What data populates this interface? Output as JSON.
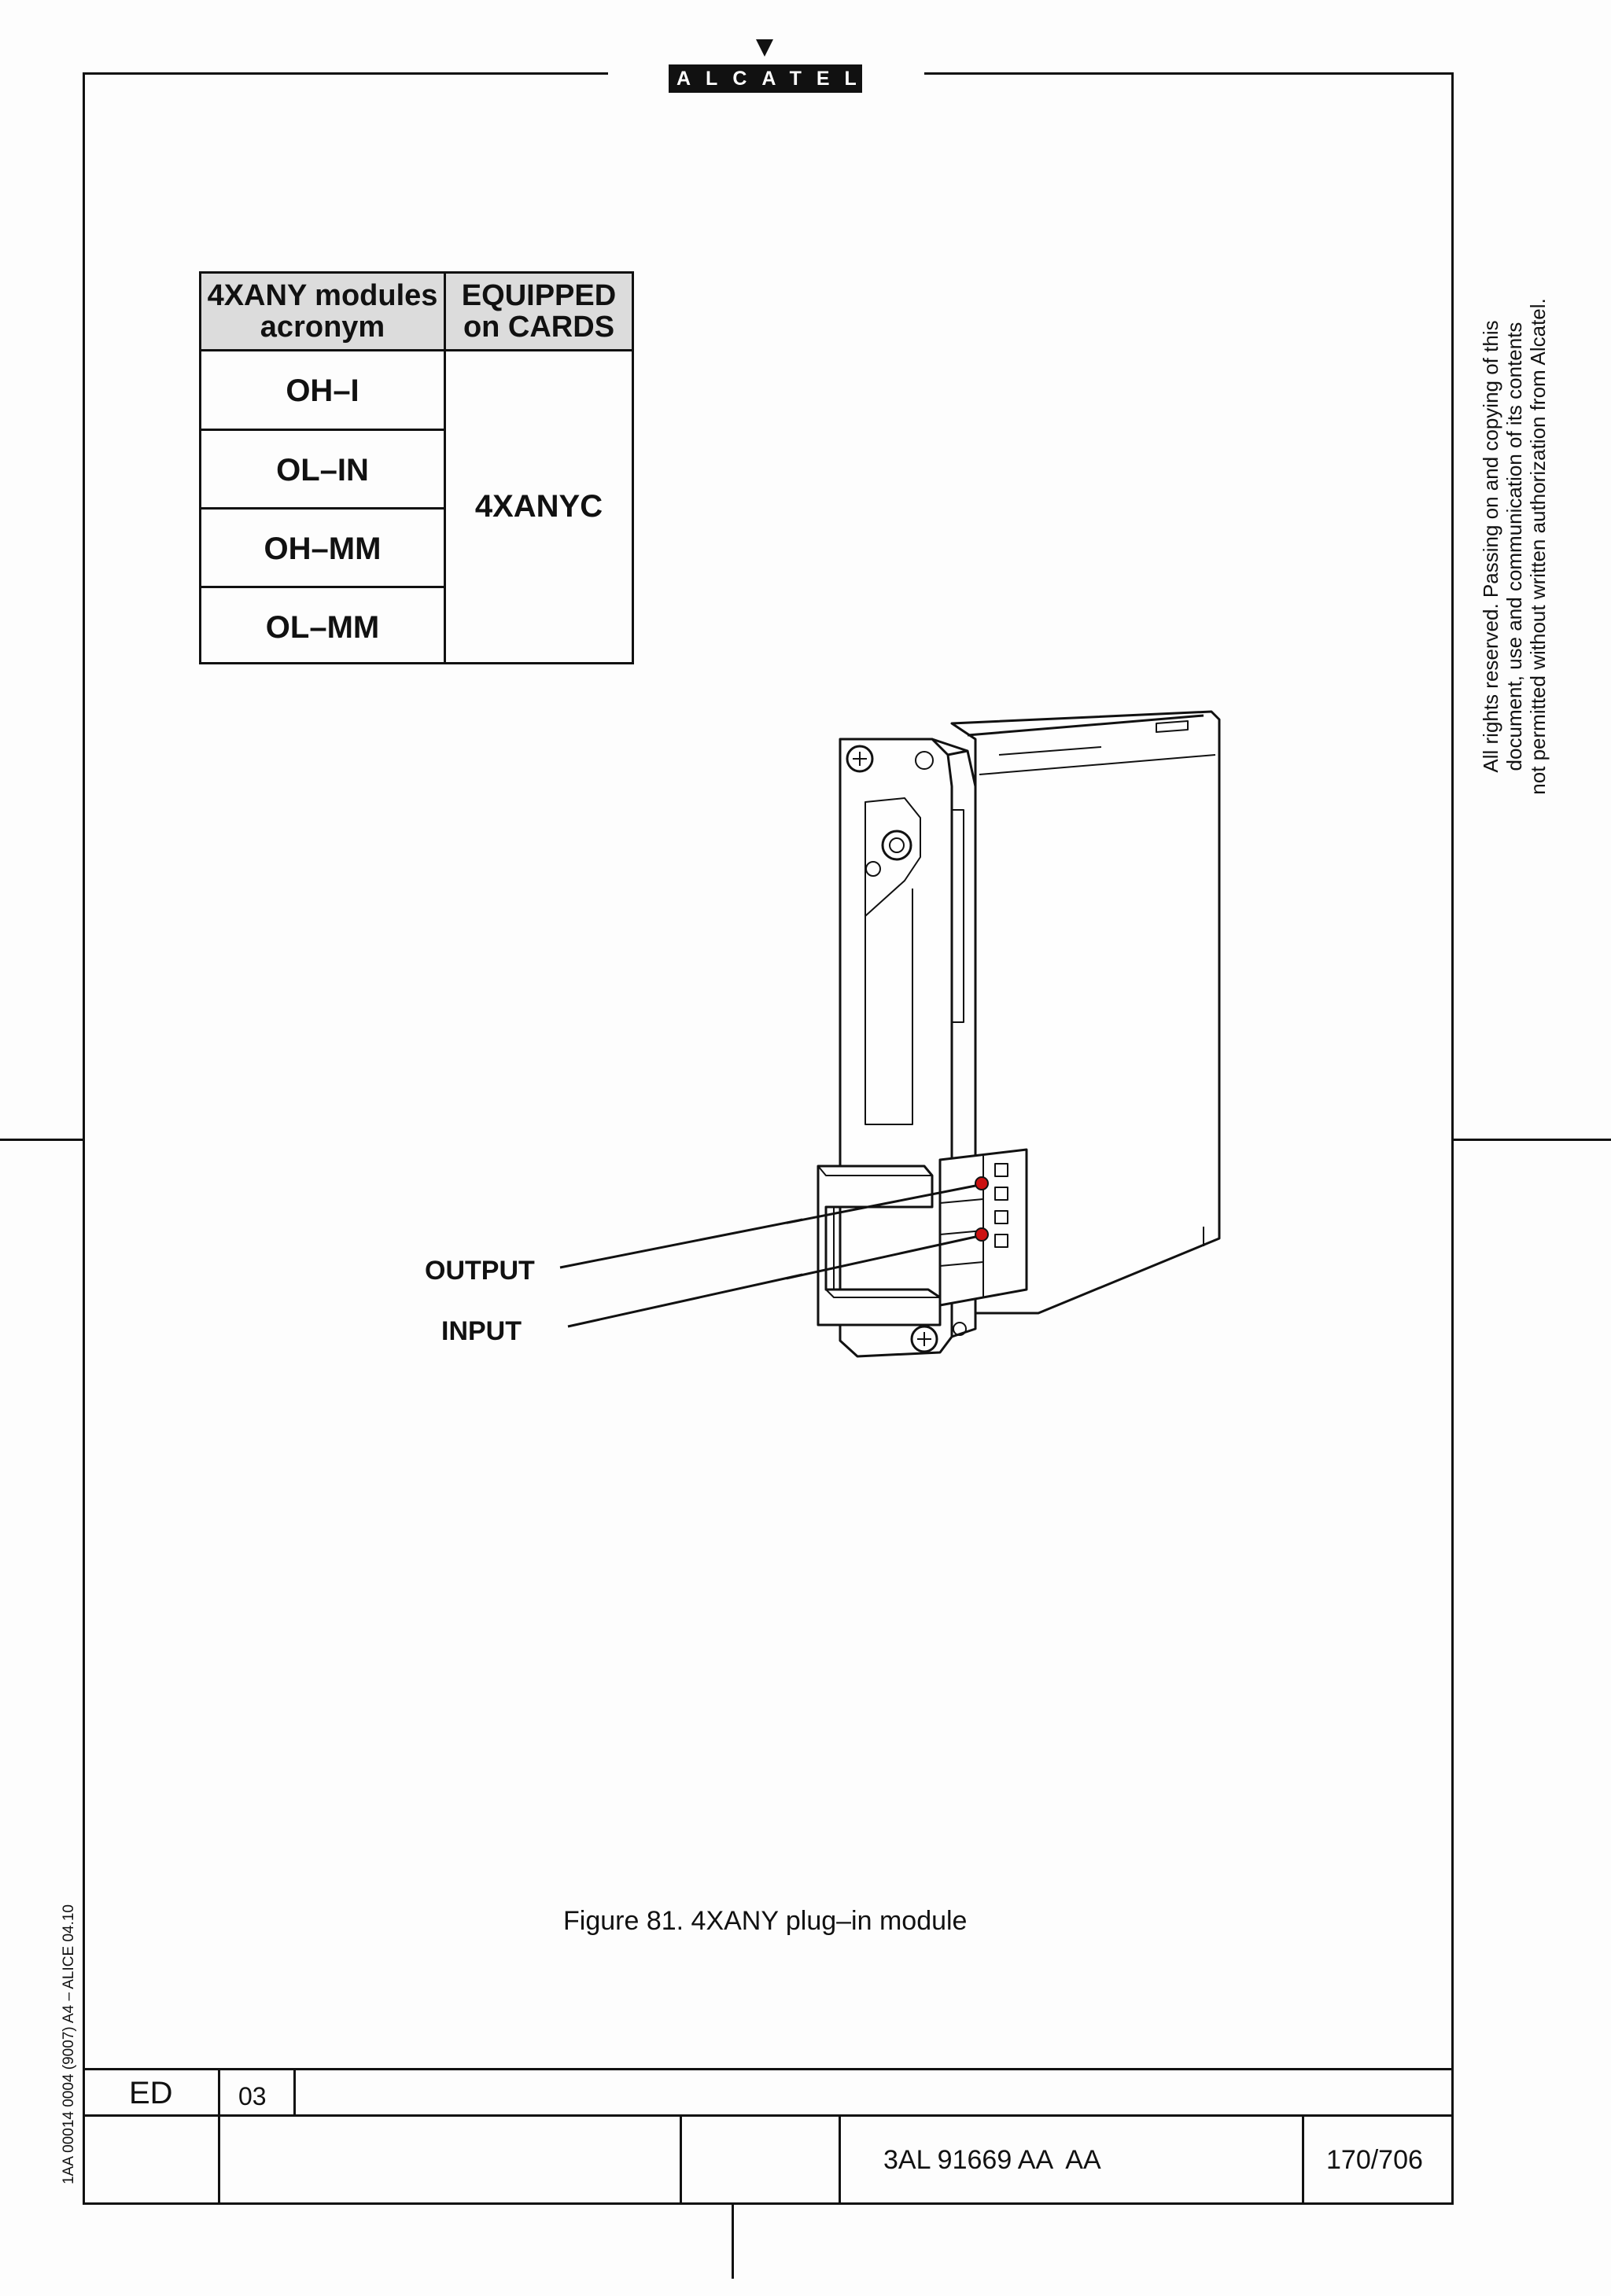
{
  "logo": {
    "text": "ALCATEL"
  },
  "table": {
    "headers": [
      "4XANY modules acronym",
      "EQUIPPED on CARDS"
    ],
    "header_lines": [
      [
        "4XANY modules",
        "acronym"
      ],
      [
        "EQUIPPED",
        "on CARDS"
      ]
    ],
    "acronyms": [
      "OH–I",
      "OL–IN",
      "OH–MM",
      "OL–MM"
    ],
    "card": "4XANYC"
  },
  "figure": {
    "labels": {
      "output": "OUTPUT",
      "input": "INPUT"
    },
    "caption": "Figure 81. 4XANY plug–in module"
  },
  "side_copyright": {
    "lines": [
      "All rights reserved. Passing on and copying of this",
      "document, use and communication of its contents",
      "not permitted without written authorization from Alcatel."
    ]
  },
  "side_ref": "1AA 00014 0004 (9007) A4 – ALICE 04.10",
  "footer": {
    "ed_label": "ED",
    "ed_value": "03",
    "doc_number": "3AL 91669 AA  AA",
    "page": "170/706"
  },
  "colors": {
    "led": "#cc1111",
    "header_fill": "#dcdcdc"
  }
}
